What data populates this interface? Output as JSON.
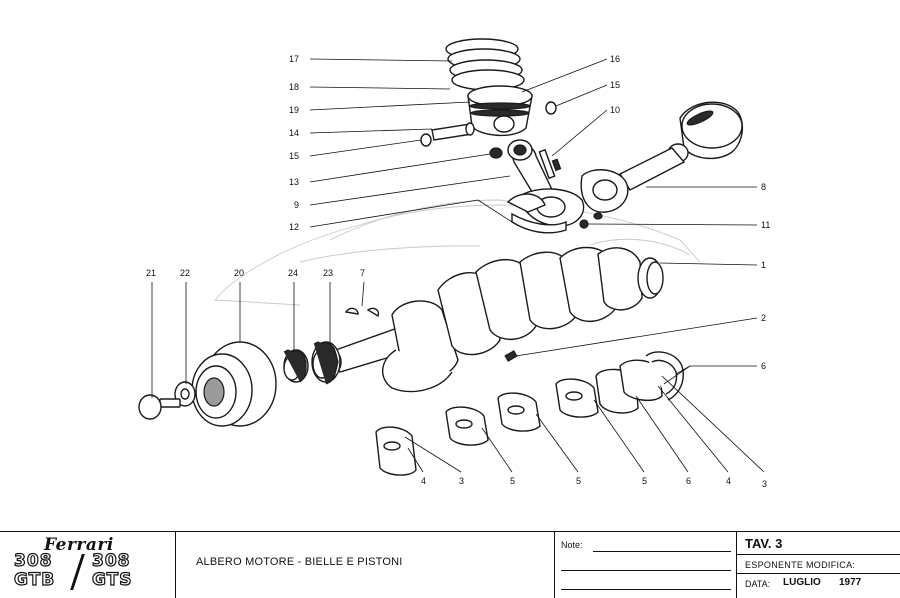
{
  "diagram": {
    "callouts": [
      {
        "num": "1",
        "part": "crankshaft"
      },
      {
        "num": "2",
        "part": "dowel"
      },
      {
        "num": "3",
        "part": "main-bearing-shell"
      },
      {
        "num": "4",
        "part": "main-bearing-shell"
      },
      {
        "num": "5",
        "part": "main-bearing-shell"
      },
      {
        "num": "6",
        "part": "thrust-washer"
      },
      {
        "num": "7",
        "part": "woodruff-key"
      },
      {
        "num": "8",
        "part": "connecting-rod-assembly"
      },
      {
        "num": "9",
        "part": "connecting-rod"
      },
      {
        "num": "10",
        "part": "rod-bolt"
      },
      {
        "num": "11",
        "part": "rod-nut"
      },
      {
        "num": "12",
        "part": "big-end-bearing"
      },
      {
        "num": "13",
        "part": "small-end-bush"
      },
      {
        "num": "14",
        "part": "gudgeon-pin"
      },
      {
        "num": "15",
        "part": "circlip"
      },
      {
        "num": "16",
        "part": "piston"
      },
      {
        "num": "17",
        "part": "compression-ring"
      },
      {
        "num": "18",
        "part": "compression-ring"
      },
      {
        "num": "19",
        "part": "oil-ring"
      },
      {
        "num": "20",
        "part": "pulley"
      },
      {
        "num": "21",
        "part": "pulley-bolt"
      },
      {
        "num": "22",
        "part": "washer"
      },
      {
        "num": "23",
        "part": "timing-gear"
      },
      {
        "num": "24",
        "part": "gear"
      }
    ]
  },
  "titleblock": {
    "brand": "Ferrari",
    "model_left_top": "308",
    "model_left_bottom": "GTB",
    "model_right_top": "308",
    "model_right_bottom": "GTS",
    "description": "ALBERO MOTORE - BIELLE E PISTONI",
    "notes_label": "Note:",
    "tav": "TAV. 3",
    "esponente_label": "ESPONENTE MODIFICA:",
    "data_label": "DATA:",
    "data_month": "LUGLIO",
    "data_year": "1977"
  }
}
